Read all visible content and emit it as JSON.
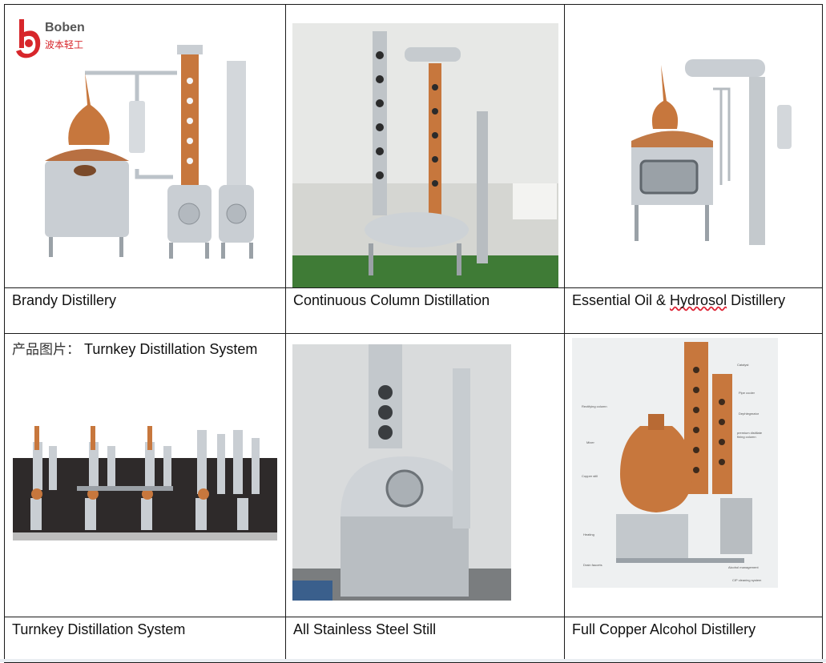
{
  "logo": {
    "brand": "Boben",
    "chinese": "波本轻工"
  },
  "row1": [
    {
      "caption": "Brandy Distillery"
    },
    {
      "caption": "Continuous Column Distillation"
    },
    {
      "caption_before": "Essential Oil & ",
      "caption_flag": "Hydrosol",
      "caption_after": " Distillery"
    }
  ],
  "row2_label": {
    "chinese": "产品图片：",
    "english": "Turnkey Distillation System"
  },
  "row2": [
    {
      "caption": "Turnkey Distillation System"
    },
    {
      "caption": "All Stainless Steel Still"
    },
    {
      "caption": "Full Copper Alcohol Distillery"
    }
  ],
  "diagram_labels": [
    "Catalyst",
    "Pipe cooler",
    "Rectifying column",
    "Dephlegmator",
    "Mixer",
    "premium distillate fining column",
    "Copper still",
    "Heating",
    "Drain faucets",
    "Alcohol management",
    "CIP cleaning system"
  ],
  "colors": {
    "copper": "#c7773d",
    "steel": "#c9ced3",
    "border": "#1a1a1a"
  }
}
